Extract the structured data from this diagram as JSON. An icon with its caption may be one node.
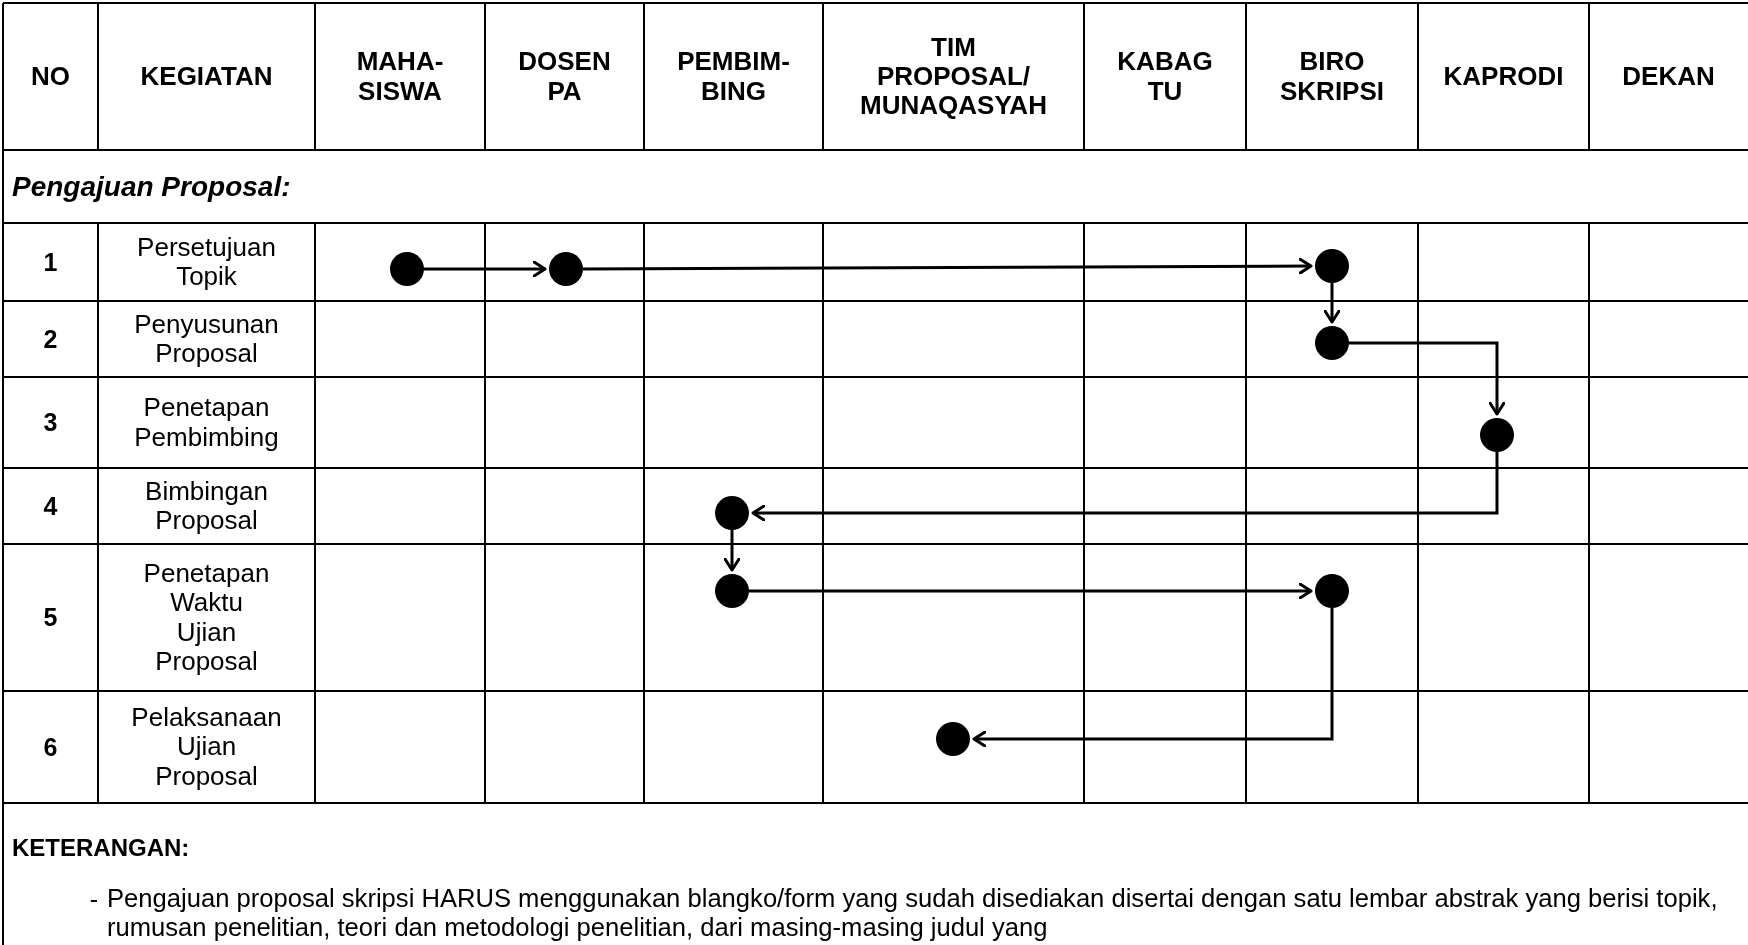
{
  "diagram": {
    "nodes": [
      {
        "text": [],
        "shape": "circle"
      },
      {
        "text": [],
        "shape": "circle"
      },
      {
        "text": [],
        "shape": "circle"
      },
      {
        "text": [],
        "shape": "circle"
      },
      {
        "text": [],
        "shape": "circle"
      },
      {
        "text": [],
        "shape": "circle"
      },
      {
        "text": [],
        "shape": "circle"
      },
      {
        "text": [],
        "shape": "circle"
      },
      {
        "text": [],
        "shape": "circle"
      }
    ],
    "edges": [
      {
        "from": 0,
        "to": 1,
        "arrow": "to"
      },
      {
        "from": 1,
        "to": 2,
        "arrow": "to"
      },
      {
        "from": 2,
        "to": 3,
        "arrow": "to"
      },
      {
        "from": 3,
        "to": 4,
        "arrow": "to"
      },
      {
        "from": 4,
        "to": 5,
        "arrow": "to"
      },
      {
        "from": 5,
        "to": 6,
        "arrow": "to"
      },
      {
        "from": 6,
        "to": 7,
        "arrow": "to"
      },
      {
        "from": 7,
        "to": 8,
        "arrow": "to"
      }
    ],
    "labels": [
      "NO",
      "KEGIATAN",
      "MAHA- SISWA",
      "DOSEN PA",
      "PEMBIM- BING",
      "TIM PROPOSAL/ MUNAQASYAH",
      "KABAG TU",
      "BIRO SKRIPSI",
      "KAPRODI",
      "DEKAN",
      "Pengajuan Proposal:",
      "1",
      "Persetujuan Topik",
      "2",
      "Penyusunan Proposal",
      "3",
      "Penetapan Pembimbing",
      "4",
      "Bimbingan Proposal",
      "5",
      "Penetapan Waktu Ujian Proposal",
      "6",
      "Pelaksanaan Ujian Proposal",
      "KETERANGAN:",
      "-",
      "Pengajuan proposal skripsi HARUS menggunakan blangko/form yang sudah disediakan disertai dengan satu lembar abstrak yang berisi topik, rumusan penelitian, teori dan metodologi penelitian, dari masing-masing judul yang"
    ]
  }
}
